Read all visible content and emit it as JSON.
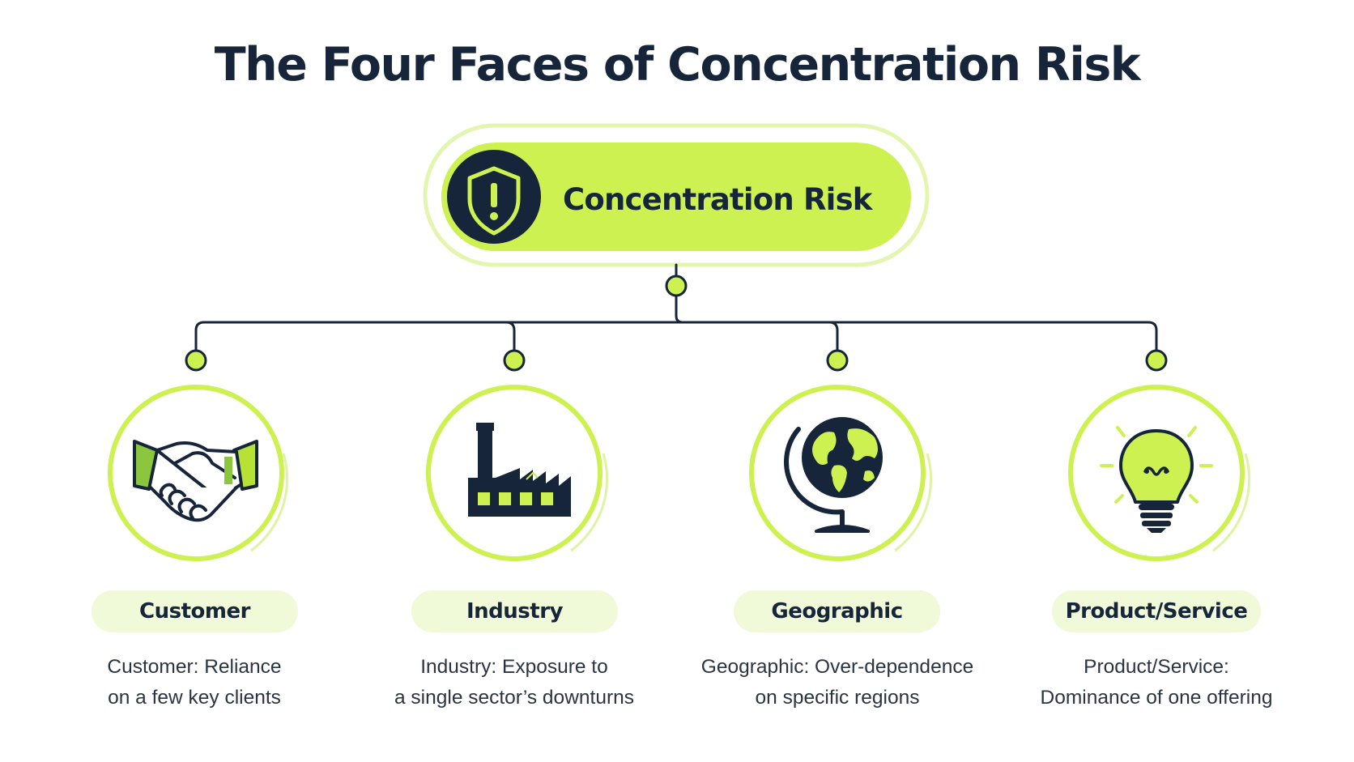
{
  "title": "The Four Faces of Concentration Risk",
  "root": {
    "label": "Concentration Risk",
    "icon": "shield-warning-icon"
  },
  "categories": [
    {
      "id": "customer",
      "label": "Customer",
      "icon": "handshake-icon",
      "description": "Customer: Reliance\non a few key clients"
    },
    {
      "id": "industry",
      "label": "Industry",
      "icon": "factory-icon",
      "description": "Industry: Exposure to\na single sector’s downturns"
    },
    {
      "id": "geographic",
      "label": "Geographic",
      "icon": "globe-icon",
      "description": "Geographic: Over-dependence\non specific regions"
    },
    {
      "id": "product-service",
      "label": "Product/Service",
      "icon": "lightbulb-icon",
      "description": "Product/Service:\nDominance of one offering"
    }
  ],
  "colors": {
    "accent": "#ccf150",
    "accent_light": "#eaf8c4",
    "pill_bg": "#f0f9d8",
    "dark": "#16253a",
    "text": "#2b3443"
  }
}
